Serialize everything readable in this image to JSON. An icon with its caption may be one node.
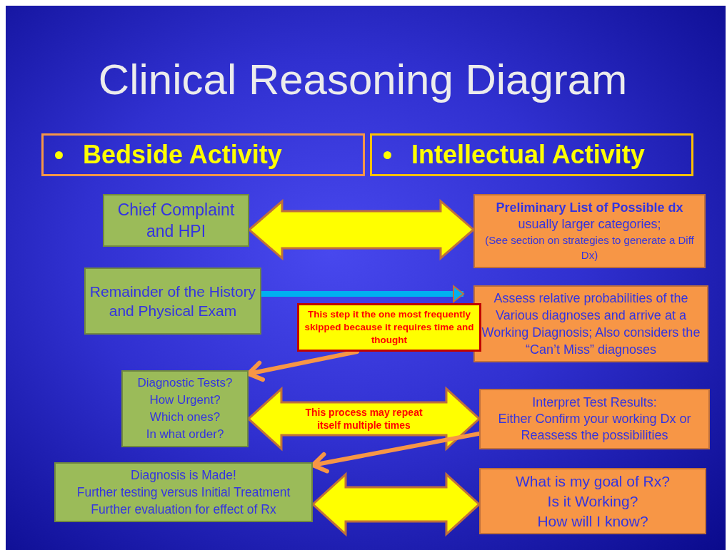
{
  "diagram": {
    "title": "Clinical Reasoning Diagram",
    "nodes": [
      {
        "text": [
          "Bedside Activity"
        ]
      },
      {
        "text": [
          "Intellectual Activity"
        ]
      },
      {
        "text": [
          "Chief Complaint and HPI"
        ]
      },
      {
        "text": [
          "**Preliminary List of Possible dx**",
          "usually larger categories;",
          "(See section on strategies to generate a Diff Dx)"
        ]
      },
      {
        "text": [
          "Remainder of the History and Physical Exam"
        ]
      },
      {
        "text": [
          "Assess relative probabilities of the Various diagnoses and arrive at a Working Diagnosis; Also considers the “Can’t Miss” diagnoses"
        ]
      },
      {
        "text": [
          "This step it the one most frequently skipped because it requires time and thought"
        ]
      },
      {
        "text": [
          "Diagnostic Tests?",
          "How Urgent?",
          "Which ones?",
          "In what order?"
        ]
      },
      {
        "text": [
          "Interpret Test Results:",
          "Either Confirm your working Dx or Reassess the possibilities"
        ]
      },
      {
        "text": [
          "Diagnosis is Made!",
          "Further testing versus Initial Treatment",
          "Further evaluation for effect of Rx"
        ]
      },
      {
        "text": [
          "What is my goal of Rx?",
          "Is it Working?",
          "How will I know?"
        ]
      }
    ],
    "edges": [
      {
        "from": 2,
        "to": 3,
        "arrow": "both",
        "style": "thick",
        "color": "#ffff00"
      },
      {
        "from": 4,
        "to": 5,
        "arrow": "to",
        "color": "#00b0f0"
      },
      {
        "from": 6,
        "to": 7,
        "arrow": "to",
        "color": "#f79646"
      },
      {
        "from": 7,
        "to": 8,
        "arrow": "both",
        "style": "thick",
        "color": "#ffff00",
        "label": "This process may repeat itself multiple times"
      },
      {
        "from": 8,
        "to": 9,
        "arrow": "to",
        "color": "#f79646"
      },
      {
        "from": 9,
        "to": 10,
        "arrow": "both",
        "style": "thick",
        "color": "#ffff00"
      }
    ]
  }
}
